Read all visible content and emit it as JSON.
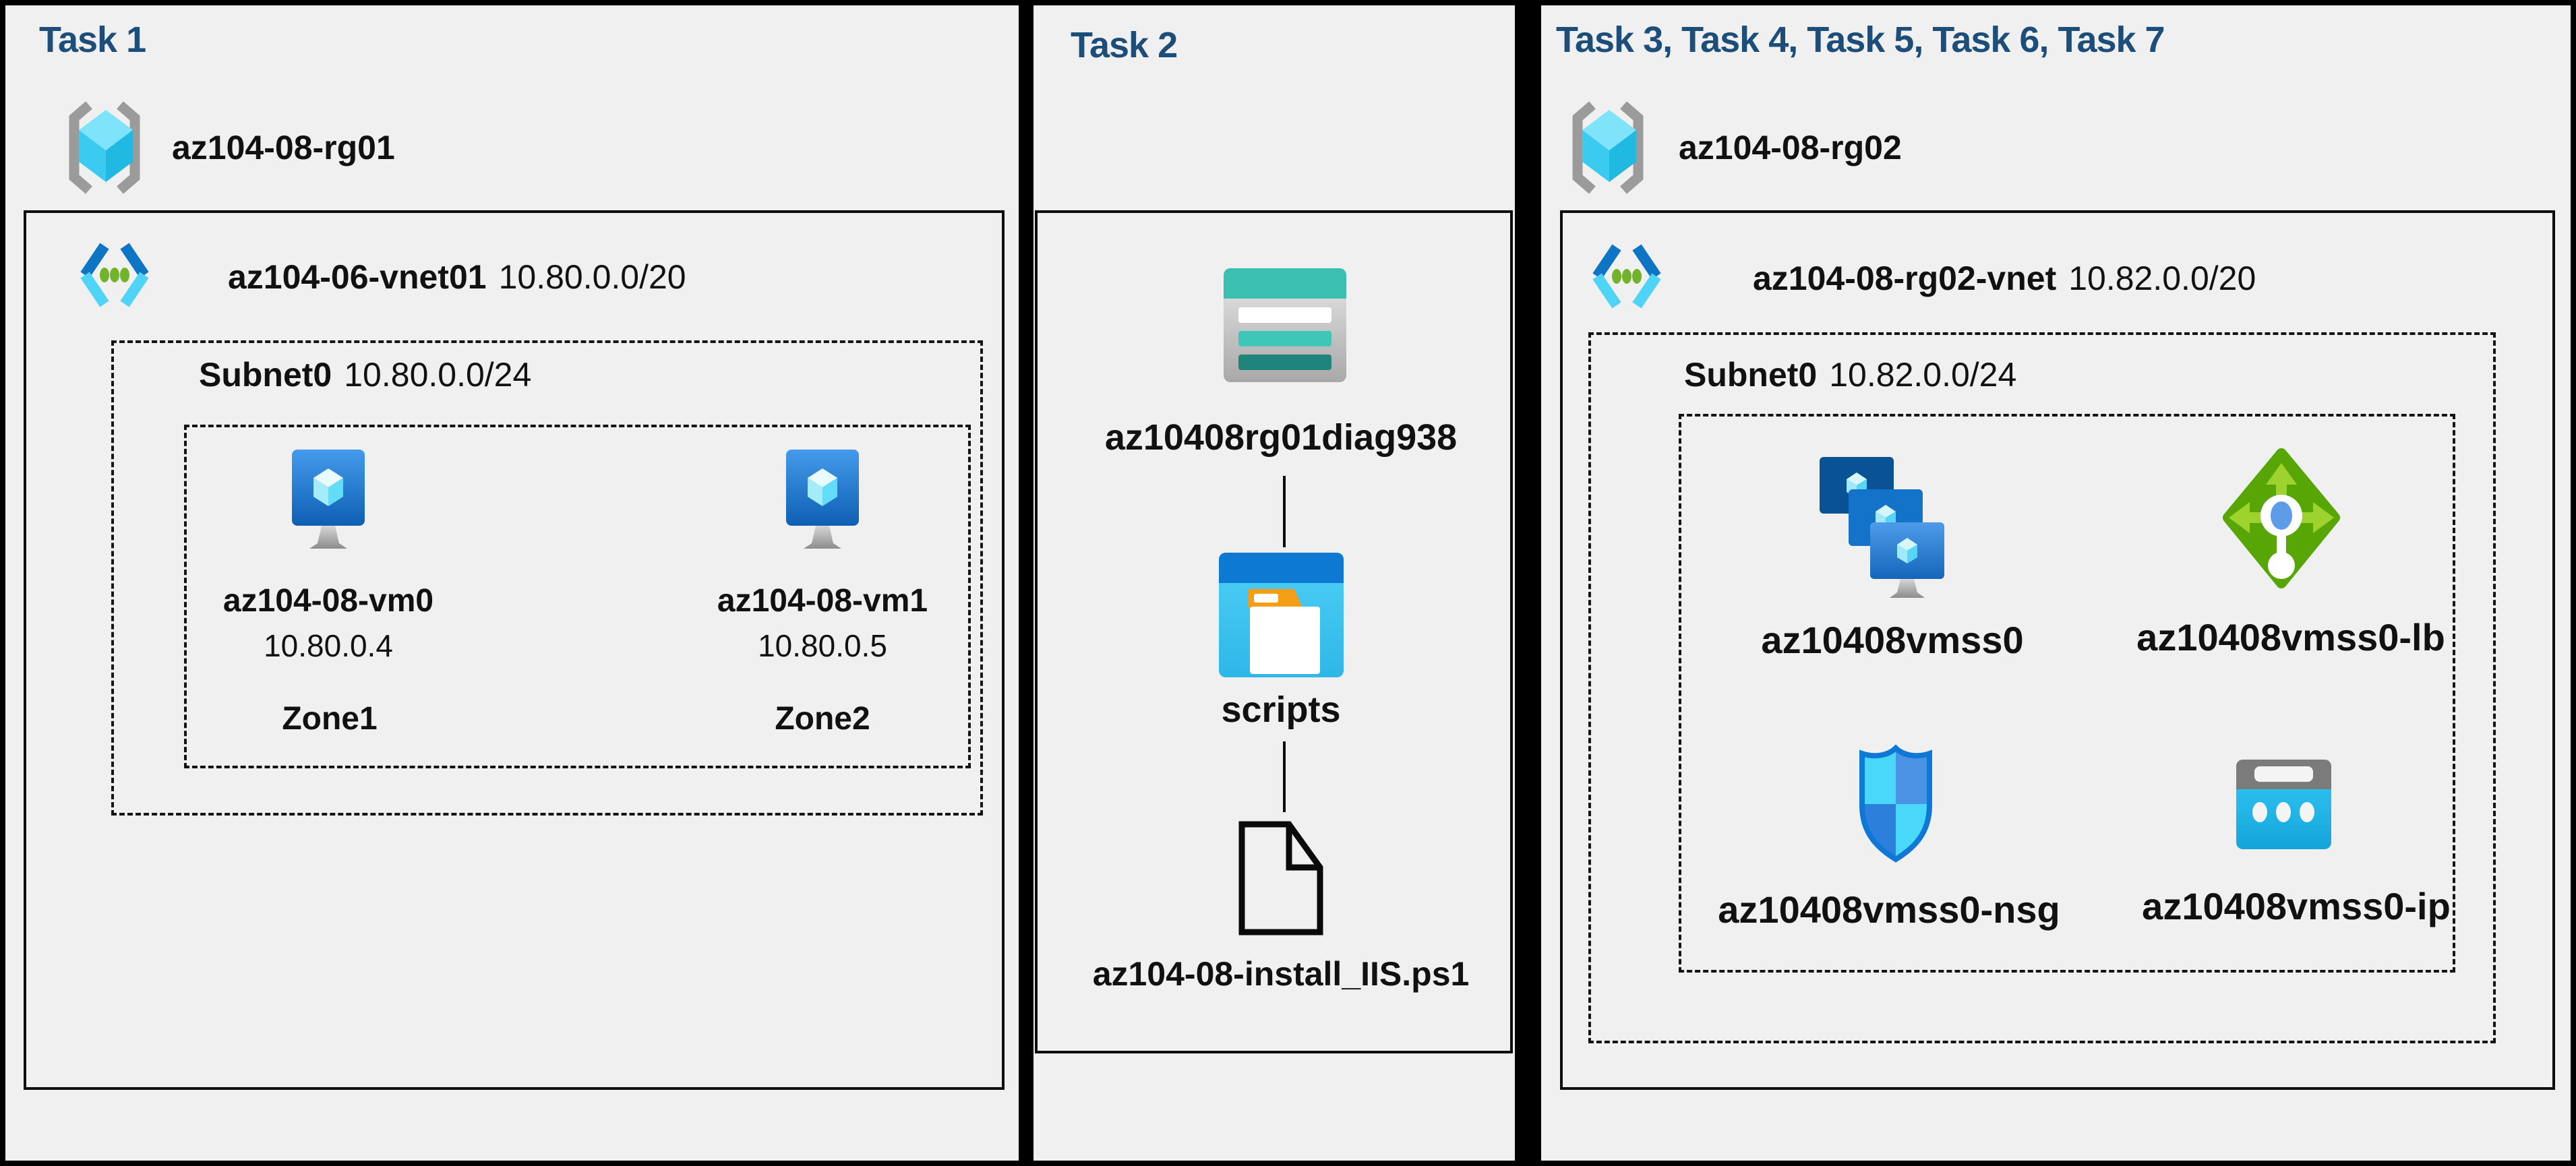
{
  "panels": {
    "task1": {
      "title": "Task 1",
      "resource_group": "az104-08-rg01",
      "vnet_name": "az104-06-vnet01",
      "vnet_cidr": "10.80.0.0/20",
      "subnet_name": "Subnet0",
      "subnet_cidr": "10.80.0.0/24",
      "vms": [
        {
          "name": "az104-08-vm0",
          "ip": "10.80.0.4",
          "zone": "Zone1"
        },
        {
          "name": "az104-08-vm1",
          "ip": "10.80.0.5",
          "zone": "Zone2"
        }
      ]
    },
    "task2": {
      "title": "Task 2",
      "storage_account": "az10408rg01diag938",
      "container": "scripts",
      "file": "az104-08-install_IIS.ps1"
    },
    "task3": {
      "title": "Task 3, Task 4, Task 5, Task 6, Task 7",
      "resource_group": "az104-08-rg02",
      "vnet_name": "az104-08-rg02-vnet",
      "vnet_cidr": "10.82.0.0/20",
      "subnet_name": "Subnet0",
      "subnet_cidr": "10.82.0.0/24",
      "resources": [
        {
          "name": "az10408vmss0",
          "type": "vm-scale-set"
        },
        {
          "name": "az10408vmss0-lb",
          "type": "load-balancer"
        },
        {
          "name": "az10408vmss0-nsg",
          "type": "network-security-group"
        },
        {
          "name": "az10408vmss0-ip",
          "type": "public-ip"
        }
      ]
    }
  }
}
